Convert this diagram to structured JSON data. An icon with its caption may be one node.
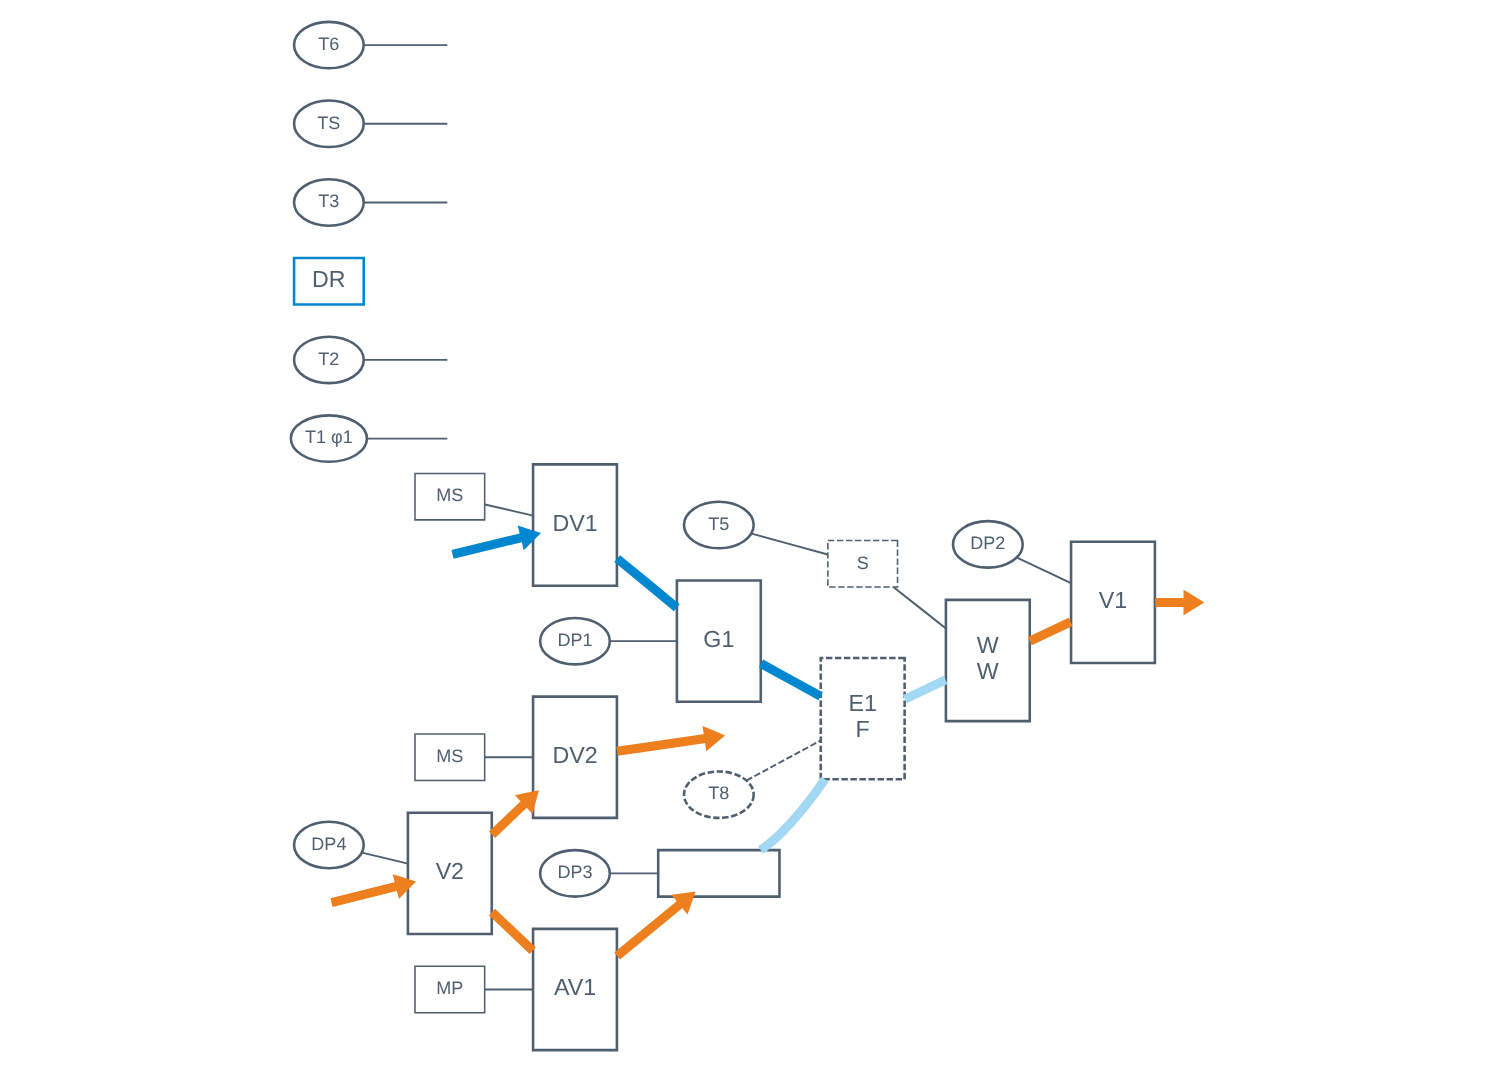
{
  "diagram": {
    "nodes": [
      {
        "text": [
          "DV2"
        ]
      },
      {
        "text": [
          "MS"
        ]
      },
      {
        "text": [
          "AV1"
        ]
      },
      {
        "text": [
          "MP"
        ]
      },
      {
        "text": [
          "V2"
        ]
      },
      {
        "text": [
          "DP4"
        ]
      },
      {
        "text": [
          "T1 φ1"
        ]
      },
      {
        "text": [
          "DP3"
        ]
      },
      {
        "text": [],
        "shape": "box"
      },
      {
        "text": [
          "DV1"
        ]
      },
      {
        "text": [
          "MS"
        ]
      },
      {
        "text": [
          "G1"
        ]
      },
      {
        "text": [
          "DP1"
        ]
      },
      {
        "text": [
          "T2"
        ]
      },
      {
        "text": [
          "DR"
        ]
      },
      {
        "text": [
          "E1",
          "F"
        ]
      },
      {
        "text": [
          "T3"
        ]
      },
      {
        "text": [
          "T8"
        ]
      },
      {
        "text": [
          "W",
          "W"
        ]
      },
      {
        "text": [
          "S"
        ]
      },
      {
        "text": [
          "T5"
        ]
      },
      {
        "text": [
          "TS"
        ]
      },
      {
        "text": [
          "V1"
        ]
      },
      {
        "text": [
          "DP2"
        ]
      },
      {
        "text": [
          "T6"
        ]
      }
    ],
    "edges": [
      {
        "from": null,
        "to": 4,
        "arrow": "to",
        "style": "thick",
        "color": "#ee7f1e"
      },
      {
        "from": 4,
        "to": 0,
        "arrow": "to",
        "style": "thick",
        "color": "#ee7f1e"
      },
      {
        "from": 0,
        "to": null,
        "arrow": "to",
        "style": "thick",
        "color": "#ee7f1e"
      },
      {
        "from": 4,
        "to": 2,
        "arrow": "none",
        "style": "thick",
        "color": "#ee7f1e"
      },
      {
        "from": 2,
        "to": 8,
        "arrow": "to",
        "style": "thick",
        "color": "#ee7f1e"
      },
      {
        "from": 8,
        "to": 15,
        "arrow": "none",
        "style": "thick",
        "color": "#a3d8f4"
      },
      {
        "from": null,
        "to": 9,
        "arrow": "to",
        "style": "thick",
        "color": "#0087cf"
      },
      {
        "from": 9,
        "to": 11,
        "arrow": "none",
        "style": "thick",
        "color": "#0087cf"
      },
      {
        "from": 11,
        "to": 15,
        "arrow": "none",
        "style": "thick",
        "color": "#0087cf"
      },
      {
        "from": 15,
        "to": 18,
        "arrow": "none",
        "style": "thick",
        "color": "#a3d8f4"
      },
      {
        "from": 18,
        "to": 22,
        "arrow": "none",
        "style": "thick",
        "color": "#ee7f1e"
      },
      {
        "from": 22,
        "to": null,
        "arrow": "to",
        "style": "thick",
        "color": "#ee7f1e"
      },
      {
        "from": 1,
        "to": 0,
        "arrow": "none"
      },
      {
        "from": 3,
        "to": 2,
        "arrow": "none"
      },
      {
        "from": 5,
        "to": 4,
        "arrow": "none"
      },
      {
        "from": 6,
        "to": null,
        "arrow": "none"
      },
      {
        "from": 7,
        "to": 8,
        "arrow": "none"
      },
      {
        "from": 10,
        "to": 9,
        "arrow": "none"
      },
      {
        "from": 12,
        "to": 11,
        "arrow": "none"
      },
      {
        "from": 13,
        "to": null,
        "arrow": "none"
      },
      {
        "from": 16,
        "to": null,
        "arrow": "none"
      },
      {
        "from": 17,
        "to": 15,
        "arrow": "none",
        "style": "dashed"
      },
      {
        "from": 19,
        "to": 18,
        "arrow": "none"
      },
      {
        "from": 20,
        "to": 19,
        "arrow": "none"
      },
      {
        "from": 21,
        "to": null,
        "arrow": "none"
      },
      {
        "from": 23,
        "to": 22,
        "arrow": "none"
      },
      {
        "from": 24,
        "to": null,
        "arrow": "none"
      }
    ]
  }
}
